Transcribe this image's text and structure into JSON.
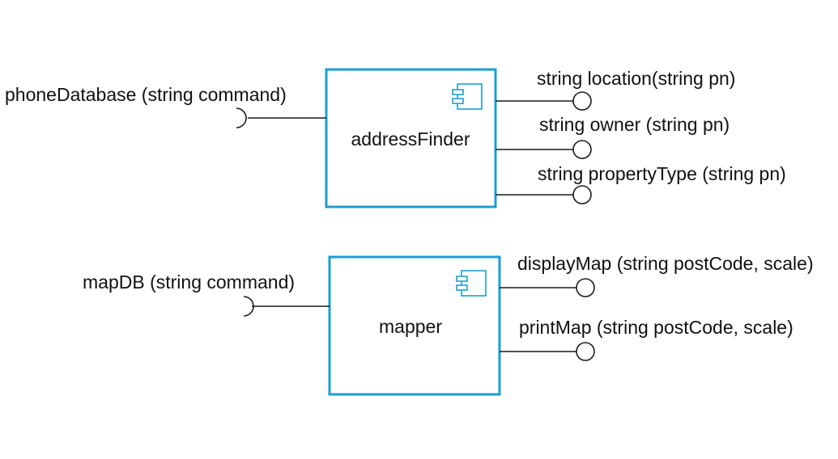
{
  "colors": {
    "component_border": "#1a9fd0",
    "line": "#1a1a1a",
    "text": "#111111"
  },
  "components": [
    {
      "name": "addressFinder",
      "icon": "component-icon",
      "required_interface": "phoneDatabase (string command)",
      "provided_interfaces": [
        "string location(string pn)",
        "string owner (string pn)",
        "string propertyType (string pn)"
      ]
    },
    {
      "name": "mapper",
      "icon": "component-icon",
      "required_interface": "mapDB (string command)",
      "provided_interfaces": [
        "displayMap (string postCode, scale)",
        "printMap (string postCode, scale)"
      ]
    }
  ]
}
